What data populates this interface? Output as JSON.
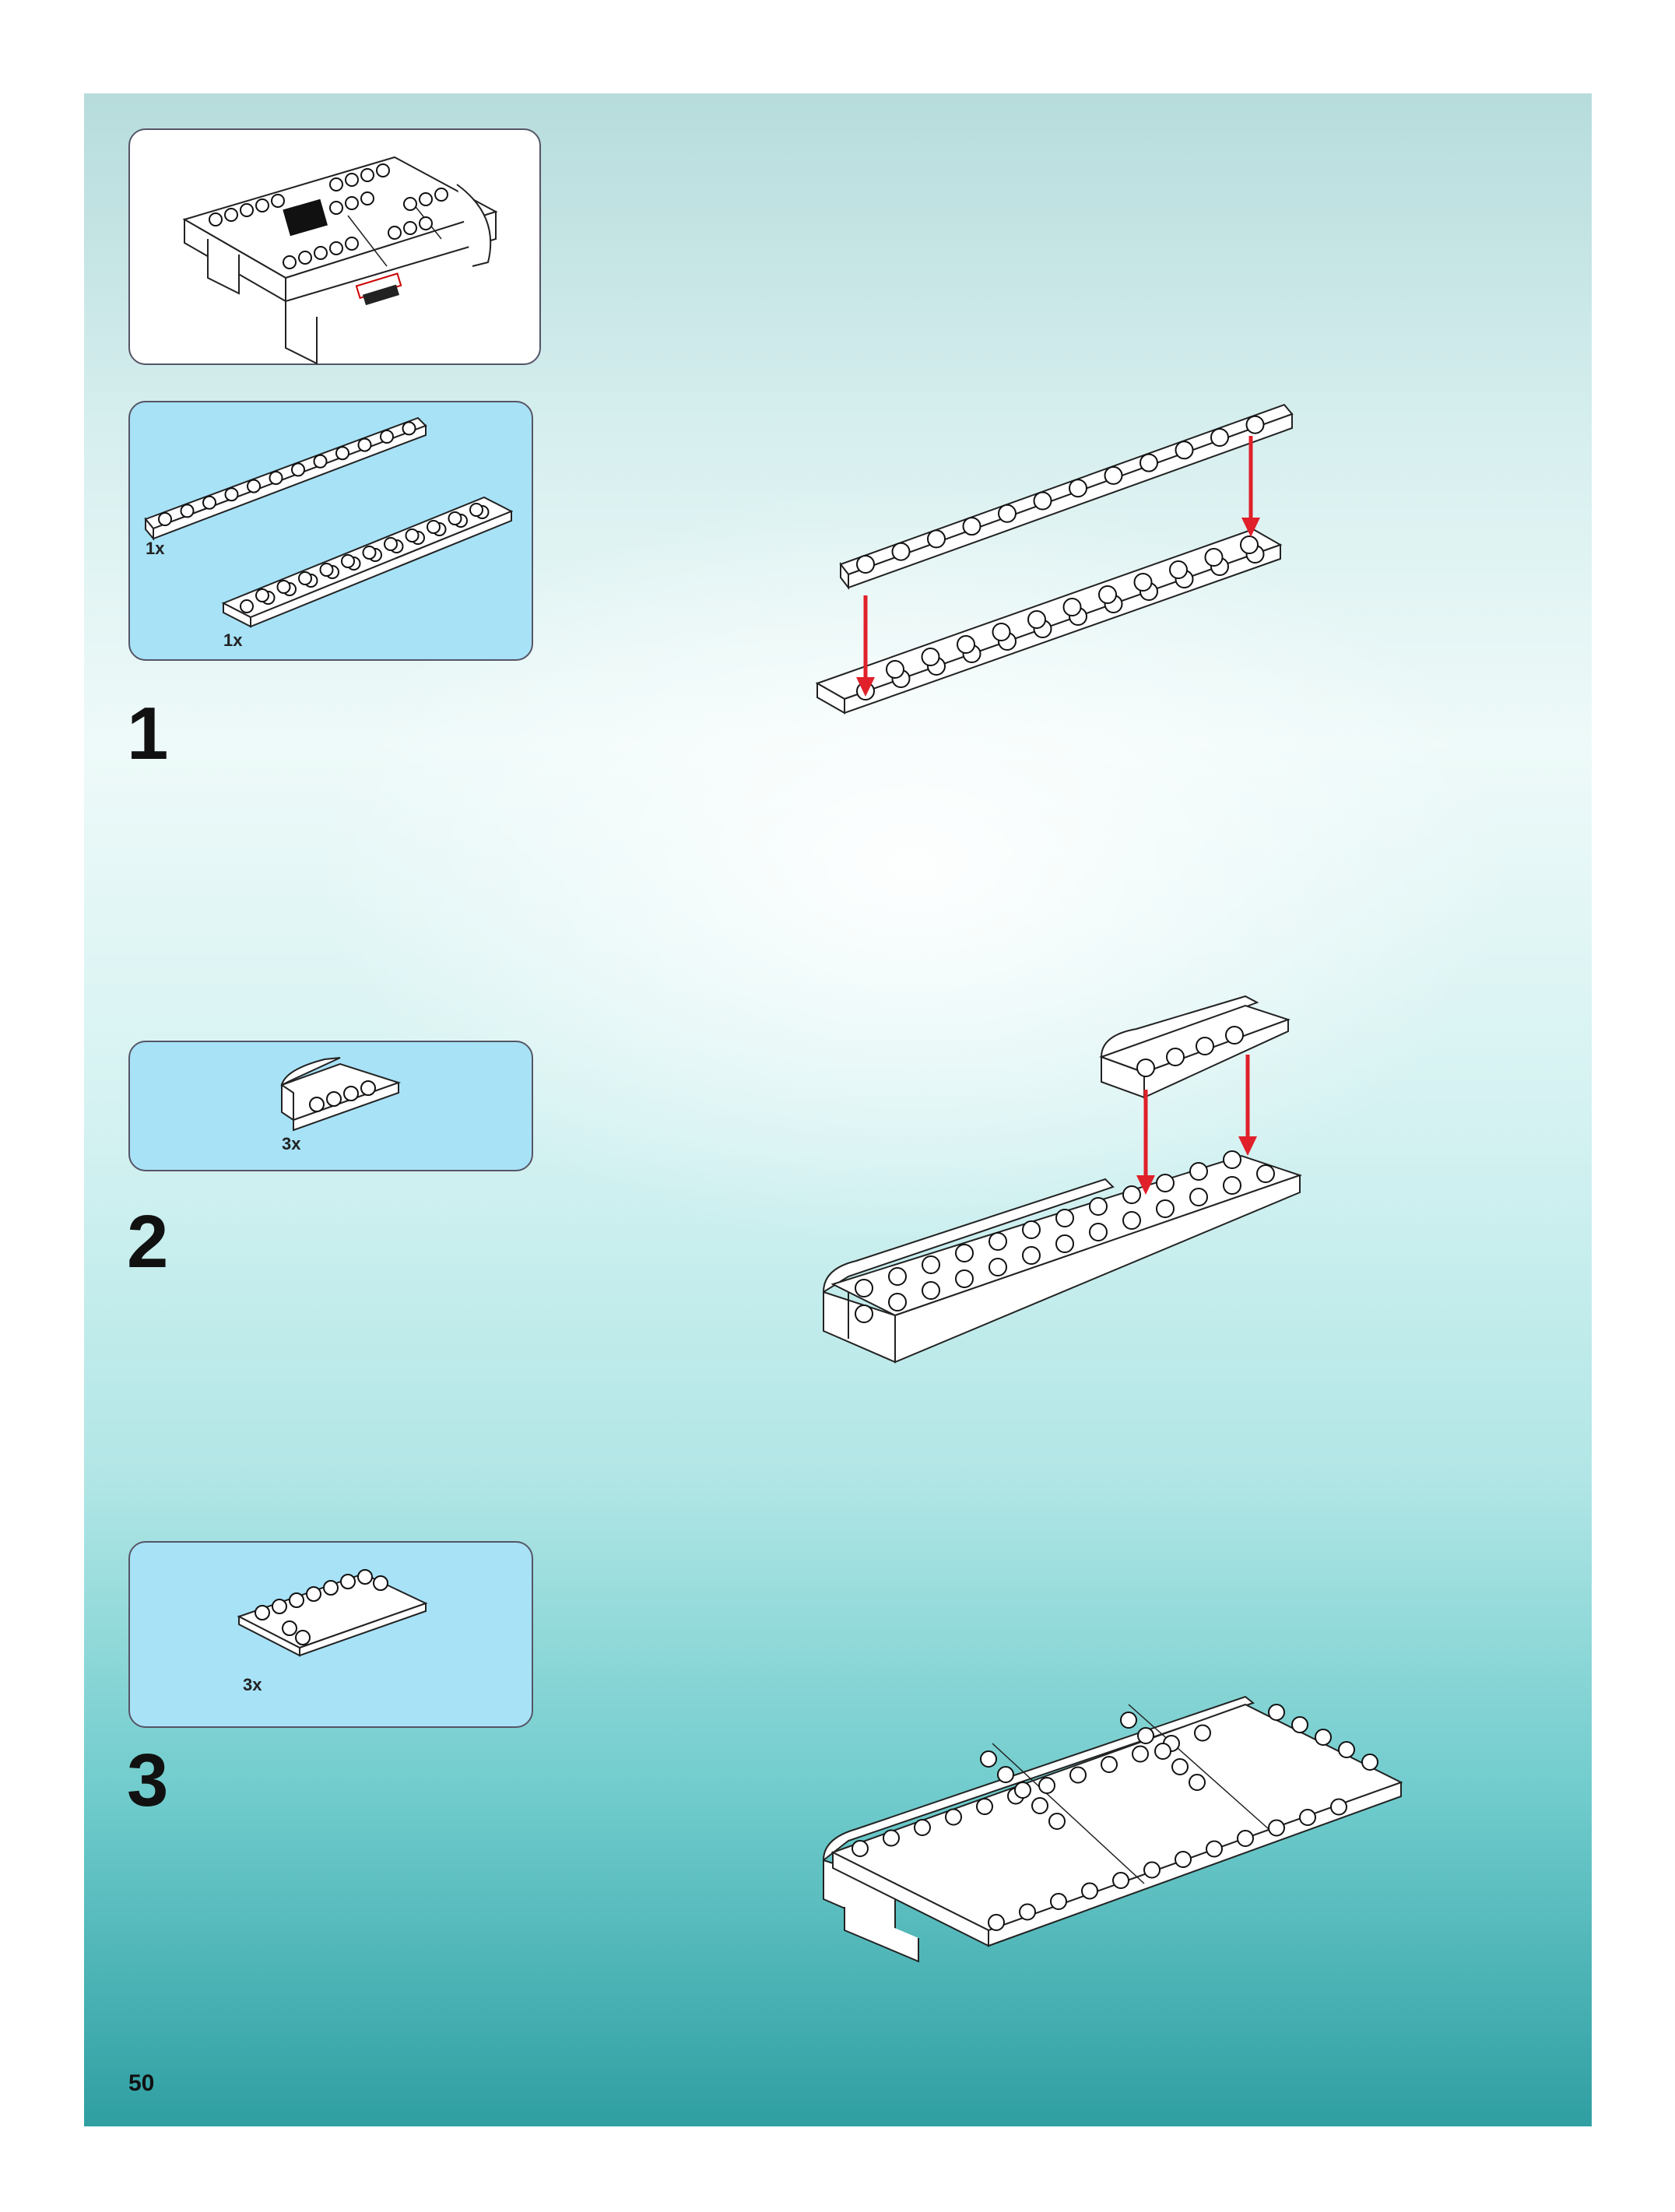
{
  "steps": [
    {
      "number": "1",
      "parts": [
        {
          "qty": "1x"
        },
        {
          "qty": "1x"
        }
      ]
    },
    {
      "number": "2",
      "parts": [
        {
          "qty": "3x"
        }
      ]
    },
    {
      "number": "3",
      "parts": [
        {
          "qty": "3x"
        }
      ]
    }
  ],
  "page_number": "50",
  "colors": {
    "arrow": "#e0202a",
    "brick": "#ffffff",
    "callout_bg": "#a8e2f7",
    "stud": "#111111"
  }
}
